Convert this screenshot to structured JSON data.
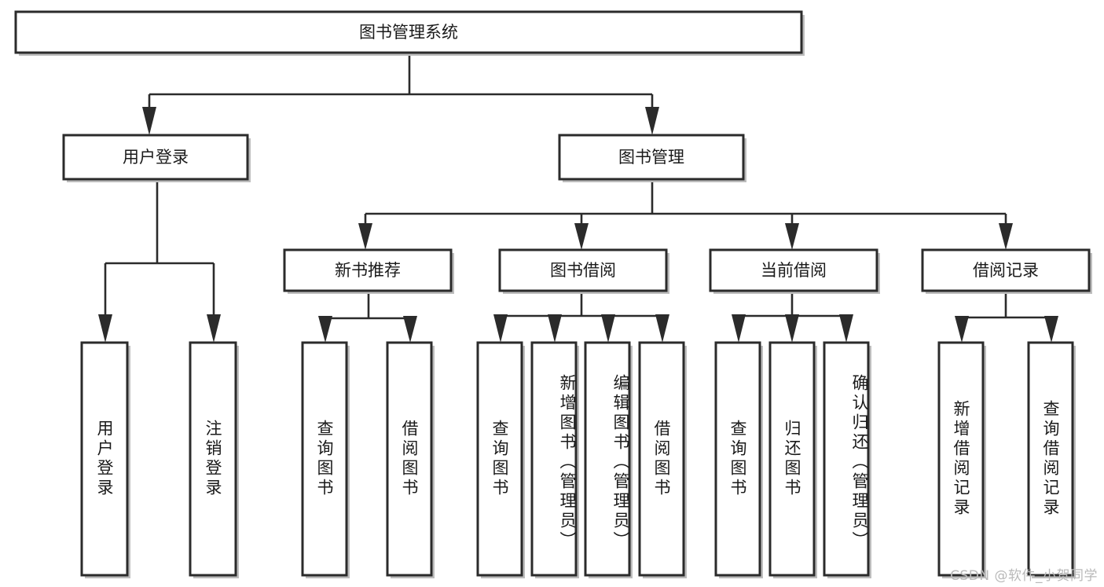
{
  "diagram": {
    "type": "tree-hierarchy",
    "title": "图书管理系统",
    "root": {
      "id": "root",
      "label": "图书管理系统",
      "orientation": "horizontal"
    },
    "level1": [
      {
        "id": "user-login",
        "label": "用户登录",
        "orientation": "horizontal"
      },
      {
        "id": "book-management",
        "label": "图书管理",
        "orientation": "horizontal"
      }
    ],
    "level2": [
      {
        "id": "new-book-recommend",
        "label": "新书推荐",
        "parent": "book-management",
        "orientation": "horizontal"
      },
      {
        "id": "book-borrow",
        "label": "图书借阅",
        "parent": "book-management",
        "orientation": "horizontal"
      },
      {
        "id": "current-borrow",
        "label": "当前借阅",
        "parent": "book-management",
        "orientation": "horizontal"
      },
      {
        "id": "borrow-record",
        "label": "借阅记录",
        "parent": "book-management",
        "orientation": "horizontal"
      }
    ],
    "leaves": [
      {
        "id": "leaf-user-login",
        "label": "用户登录",
        "parent": "user-login",
        "orientation": "vertical"
      },
      {
        "id": "leaf-logout-login",
        "label": "注销登录",
        "parent": "user-login",
        "orientation": "vertical"
      },
      {
        "id": "leaf-query-book-1",
        "label": "查询图书",
        "parent": "new-book-recommend",
        "orientation": "vertical"
      },
      {
        "id": "leaf-borrow-book-1",
        "label": "借阅图书",
        "parent": "new-book-recommend",
        "orientation": "vertical"
      },
      {
        "id": "leaf-query-book-2",
        "label": "查询图书",
        "parent": "book-borrow",
        "orientation": "vertical"
      },
      {
        "id": "leaf-add-book",
        "label": "新增图书（管理员）",
        "parent": "book-borrow",
        "orientation": "vertical"
      },
      {
        "id": "leaf-edit-book",
        "label": "编辑图书（管理员）",
        "parent": "book-borrow",
        "orientation": "vertical"
      },
      {
        "id": "leaf-borrow-book-2",
        "label": "借阅图书",
        "parent": "book-borrow",
        "orientation": "vertical"
      },
      {
        "id": "leaf-query-book-3",
        "label": "查询图书",
        "parent": "current-borrow",
        "orientation": "vertical"
      },
      {
        "id": "leaf-return-book",
        "label": "归还图书",
        "parent": "current-borrow",
        "orientation": "vertical"
      },
      {
        "id": "leaf-confirm-return",
        "label": "确认归还（管理员）",
        "parent": "current-borrow",
        "orientation": "vertical"
      },
      {
        "id": "leaf-add-borrow-record",
        "label": "新增借阅记录",
        "parent": "borrow-record",
        "orientation": "vertical"
      },
      {
        "id": "leaf-query-borrow-record",
        "label": "查询借阅记录",
        "parent": "borrow-record",
        "orientation": "vertical"
      }
    ],
    "colors": {
      "box_fill": "#ffffff",
      "box_stroke": "#2b2b2b",
      "edge": "#2b2b2b",
      "text": "#1a1a1a",
      "background": "#ffffff",
      "watermark": "#b9b9b9"
    }
  },
  "watermark": {
    "text": "CSDN @软件_小贺同学"
  }
}
